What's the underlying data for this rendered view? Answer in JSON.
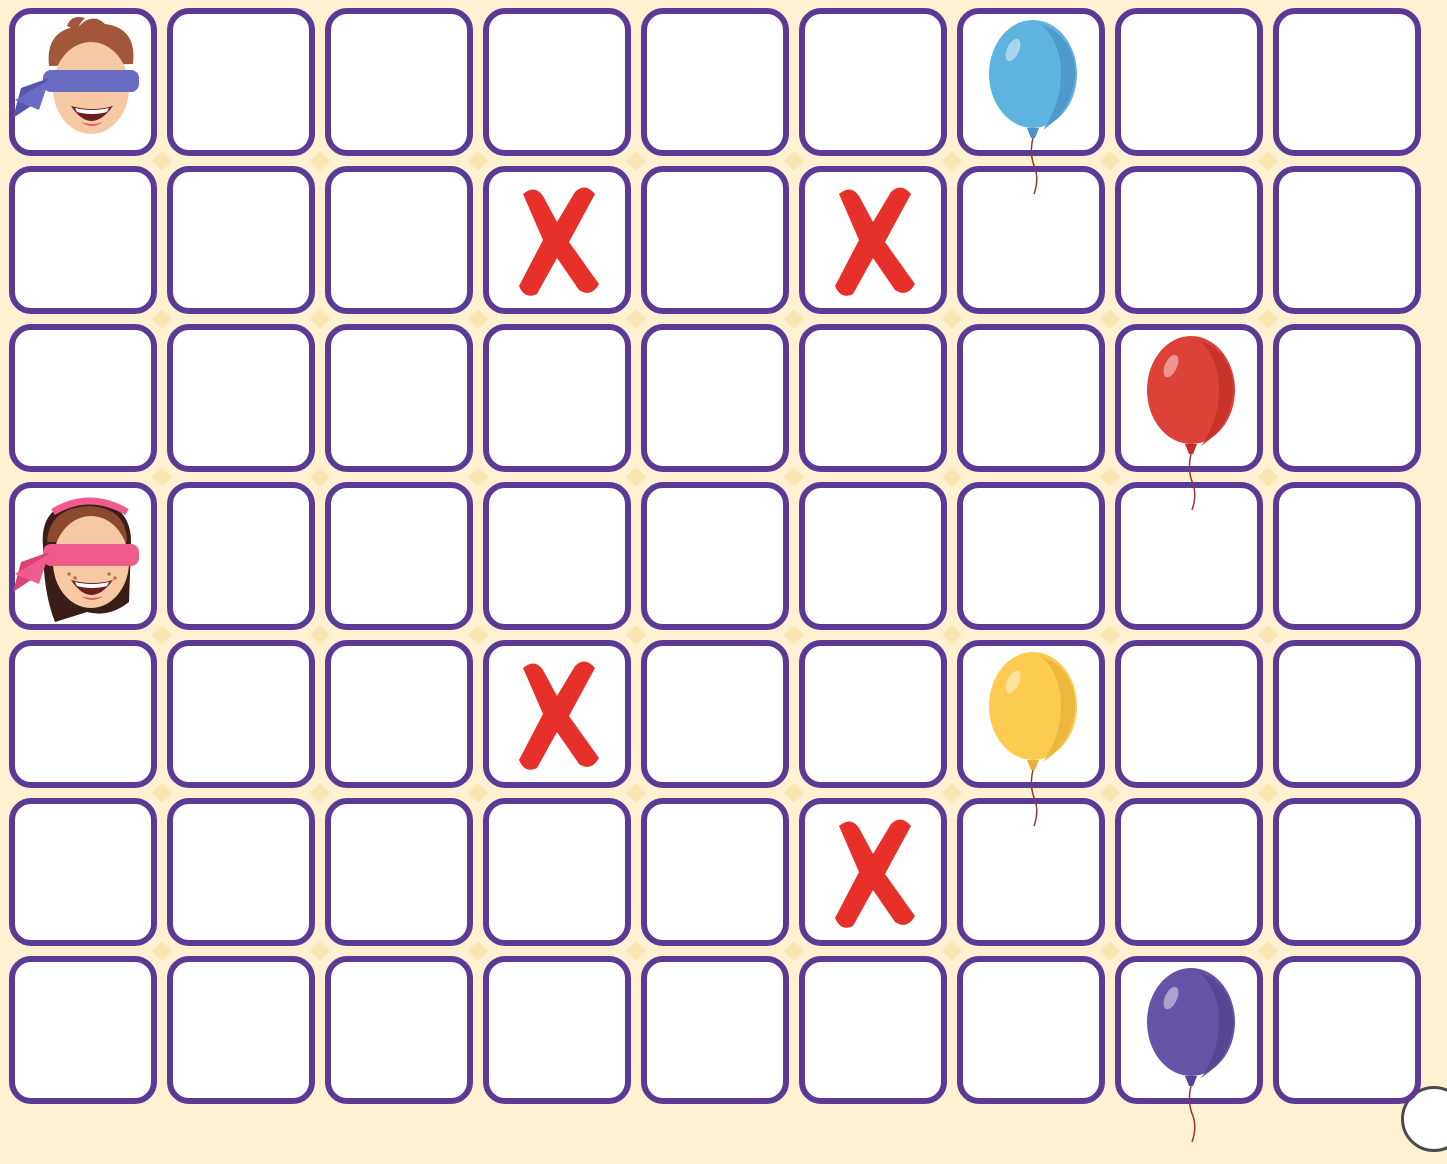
{
  "board": {
    "rows": 7,
    "cols": 9,
    "colors": {
      "background": "#fdf1d2",
      "grid_line": "#5b3a96",
      "cell_fill": "#ffffff",
      "cross": "#e8302a"
    },
    "items": [
      {
        "type": "player-boy-blindfolded-icon",
        "row": 0,
        "col": 0
      },
      {
        "type": "balloon-icon",
        "color": "#5fb3df",
        "shade": "#4a93c8",
        "row": 0,
        "col": 6
      },
      {
        "type": "cross-icon",
        "row": 1,
        "col": 3
      },
      {
        "type": "cross-icon",
        "row": 1,
        "col": 5
      },
      {
        "type": "balloon-icon",
        "color": "#dd4238",
        "shade": "#c22e26",
        "row": 2,
        "col": 7
      },
      {
        "type": "player-girl-blindfolded-icon",
        "row": 3,
        "col": 0
      },
      {
        "type": "cross-icon",
        "row": 4,
        "col": 3
      },
      {
        "type": "balloon-icon",
        "color": "#fccb50",
        "shade": "#e8b23a",
        "row": 4,
        "col": 6
      },
      {
        "type": "cross-icon",
        "row": 5,
        "col": 5
      },
      {
        "type": "balloon-icon",
        "color": "#6652a6",
        "shade": "#54438f",
        "row": 6,
        "col": 7
      }
    ]
  }
}
